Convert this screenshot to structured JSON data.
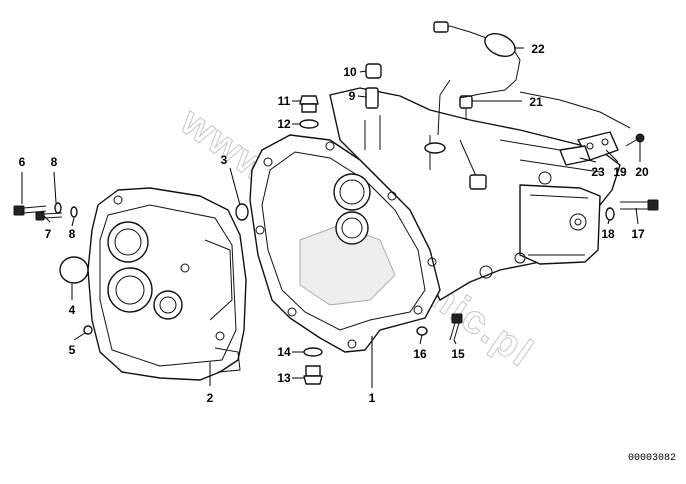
{
  "diagram": {
    "diagram_code": "00003082",
    "watermark": "www.BMWcosmic.pl",
    "callouts": [
      {
        "id": "1",
        "label": "1"
      },
      {
        "id": "2",
        "label": "2"
      },
      {
        "id": "3",
        "label": "3"
      },
      {
        "id": "4",
        "label": "4"
      },
      {
        "id": "5",
        "label": "5"
      },
      {
        "id": "6",
        "label": "6"
      },
      {
        "id": "7",
        "label": "7"
      },
      {
        "id": "8a",
        "label": "8"
      },
      {
        "id": "8b",
        "label": "8"
      },
      {
        "id": "9",
        "label": "9"
      },
      {
        "id": "10",
        "label": "10"
      },
      {
        "id": "11",
        "label": "11"
      },
      {
        "id": "12",
        "label": "12"
      },
      {
        "id": "13",
        "label": "13"
      },
      {
        "id": "14",
        "label": "14"
      },
      {
        "id": "15",
        "label": "15"
      },
      {
        "id": "16",
        "label": "16"
      },
      {
        "id": "17",
        "label": "17"
      },
      {
        "id": "18",
        "label": "18"
      },
      {
        "id": "19",
        "label": "19"
      },
      {
        "id": "20",
        "label": "20"
      },
      {
        "id": "21",
        "label": "21"
      },
      {
        "id": "22",
        "label": "22"
      },
      {
        "id": "23",
        "label": "23"
      }
    ]
  }
}
